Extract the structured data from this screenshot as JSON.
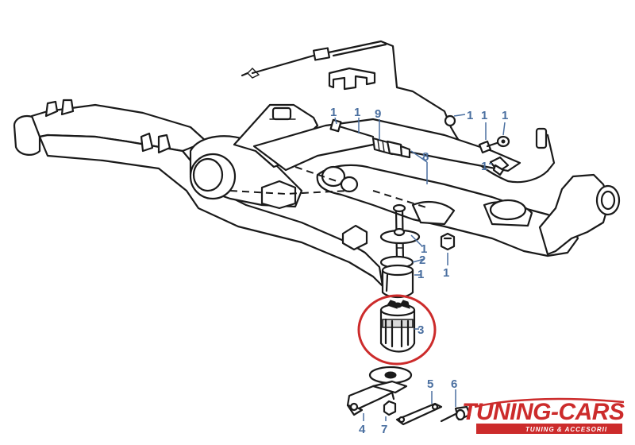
{
  "callouts": [
    {
      "id": "c1a",
      "label": "1"
    },
    {
      "id": "c1b",
      "label": "1"
    },
    {
      "id": "c9",
      "label": "9"
    },
    {
      "id": "c1c",
      "label": "1"
    },
    {
      "id": "c1d",
      "label": "1"
    },
    {
      "id": "c1e",
      "label": "1"
    },
    {
      "id": "c8",
      "label": "8"
    },
    {
      "id": "c1f",
      "label": "1"
    },
    {
      "id": "c1g",
      "label": "1"
    },
    {
      "id": "c2",
      "label": "2"
    },
    {
      "id": "c1h",
      "label": "1"
    },
    {
      "id": "c1i",
      "label": "1"
    },
    {
      "id": "c3",
      "label": "3"
    },
    {
      "id": "c4",
      "label": "4"
    },
    {
      "id": "c7",
      "label": "7"
    },
    {
      "id": "c5",
      "label": "5"
    },
    {
      "id": "c6",
      "label": "6"
    }
  ],
  "highlight": {
    "color": "#cc2b2b",
    "part": "3"
  },
  "logo": {
    "main": "TUNING-CARS",
    "sub": "TUNING & ACCESORII",
    "color": "#cc2b2b"
  }
}
